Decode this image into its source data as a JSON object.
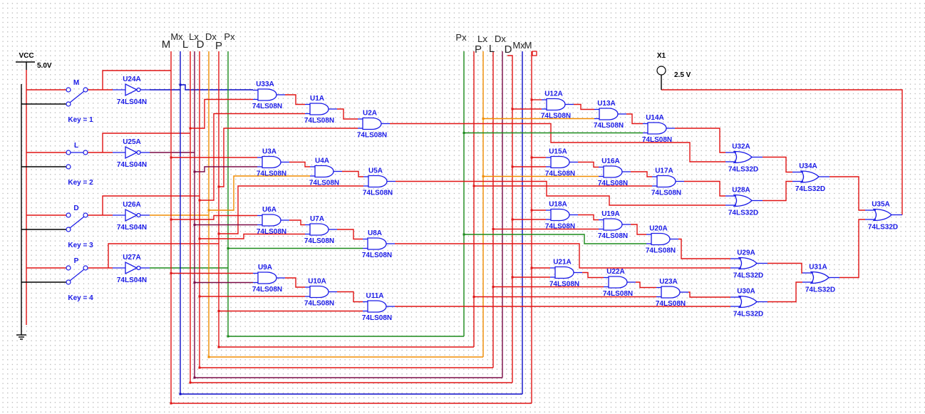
{
  "power": {
    "vcc_label": "VCC",
    "vcc_value": "5.0V"
  },
  "switches": {
    "M": {
      "label": "M",
      "key": "Key = 1"
    },
    "L": {
      "label": "L",
      "key": "Key = 2"
    },
    "D": {
      "label": "D",
      "key": "Key = 3"
    },
    "P": {
      "label": "P",
      "key": "Key = 4"
    }
  },
  "inverters": {
    "U24A": {
      "ref": "U24A",
      "part": "74LS04N"
    },
    "U25A": {
      "ref": "U25A",
      "part": "74LS04N"
    },
    "U26A": {
      "ref": "U26A",
      "part": "74LS04N"
    },
    "U27A": {
      "ref": "U27A",
      "part": "74LS04N"
    }
  },
  "and_gates": {
    "U33A": {
      "ref": "U33A",
      "part": "74LS08N"
    },
    "U1A": {
      "ref": "U1A",
      "part": "74LS08N"
    },
    "U2A": {
      "ref": "U2A",
      "part": "74LS08N"
    },
    "U3A": {
      "ref": "U3A",
      "part": "74LS08N"
    },
    "U4A": {
      "ref": "U4A",
      "part": "74LS08N"
    },
    "U5A": {
      "ref": "U5A",
      "part": "74LS08N"
    },
    "U6A": {
      "ref": "U6A",
      "part": "74LS08N"
    },
    "U7A": {
      "ref": "U7A",
      "part": "74LS08N"
    },
    "U8A": {
      "ref": "U8A",
      "part": "74LS08N"
    },
    "U9A": {
      "ref": "U9A",
      "part": "74LS08N"
    },
    "U10A": {
      "ref": "U10A",
      "part": "74LS08N"
    },
    "U11A": {
      "ref": "U11A",
      "part": "74LS08N"
    },
    "U12A": {
      "ref": "U12A",
      "part": "74LS08N"
    },
    "U13A": {
      "ref": "U13A",
      "part": "74LS08N"
    },
    "U14A": {
      "ref": "U14A",
      "part": "74LS08N"
    },
    "U15A": {
      "ref": "U15A",
      "part": "74LS08N"
    },
    "U16A": {
      "ref": "U16A",
      "part": "74LS08N"
    },
    "U17A": {
      "ref": "U17A",
      "part": "74LS08N"
    },
    "U18A": {
      "ref": "U18A",
      "part": "74LS08N"
    },
    "U19A": {
      "ref": "U19A",
      "part": "74LS08N"
    },
    "U20A": {
      "ref": "U20A",
      "part": "74LS08N"
    },
    "U21A": {
      "ref": "U21A",
      "part": "74LS08N"
    },
    "U22A": {
      "ref": "U22A",
      "part": "74LS08N"
    },
    "U23A": {
      "ref": "U23A",
      "part": "74LS08N"
    }
  },
  "or_gates": {
    "U32A": {
      "ref": "U32A",
      "part": "74LS32D"
    },
    "U28A": {
      "ref": "U28A",
      "part": "74LS32D"
    },
    "U34A": {
      "ref": "U34A",
      "part": "74LS32D"
    },
    "U35A": {
      "ref": "U35A",
      "part": "74LS32D"
    },
    "U29A": {
      "ref": "U29A",
      "part": "74LS32D"
    },
    "U30A": {
      "ref": "U30A",
      "part": "74LS32D"
    },
    "U31A": {
      "ref": "U31A",
      "part": "74LS32D"
    }
  },
  "bus_labels": {
    "left": {
      "M": "M",
      "Mx": "Mx",
      "L": "L",
      "Lx": "Lx",
      "D": "D",
      "Dx": "Dx",
      "P": "P",
      "Px": "Px"
    },
    "right": {
      "Px": "Px",
      "P": "P",
      "Lx": "Lx",
      "L": "L",
      "Dx": "Dx",
      "D": "D",
      "Mx": "Mx",
      "M": "M"
    }
  },
  "probe": {
    "ref": "X1",
    "value": "2.5 V"
  },
  "colors": {
    "wire_red": "#e01414",
    "wire_blue": "#0a0ac8",
    "wire_green": "#1a8a1a",
    "wire_orange": "#f08c00",
    "wire_purple": "#7a0a46",
    "wire_black": "#000000",
    "component": "#1a1ae6",
    "grid_dot": "#a8a8a8"
  }
}
